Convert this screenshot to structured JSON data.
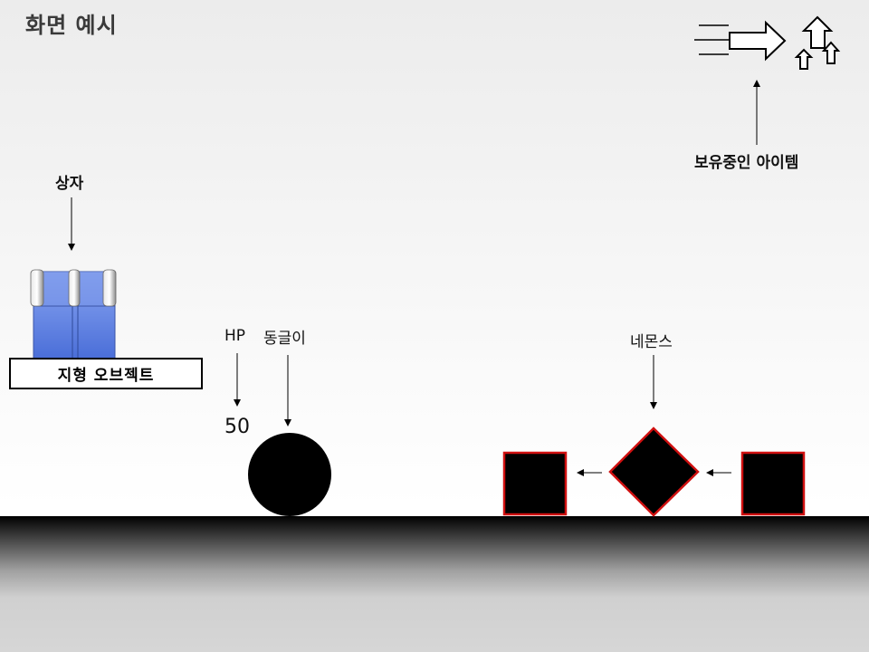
{
  "title": "화면 예시",
  "labels": {
    "box": "상자",
    "terrain": "지형 오브젝트",
    "hp": "HP",
    "circle": "동글이",
    "nemonse": "네몬스",
    "items": "보유중인 아이템"
  },
  "hp_value": "50",
  "colors": {
    "box_blue": "#5b7ee0",
    "enemy_border": "#d01010",
    "ground_top": "#000000"
  },
  "icons": [
    "dash-arrow-icon",
    "up-arrows-icon"
  ]
}
